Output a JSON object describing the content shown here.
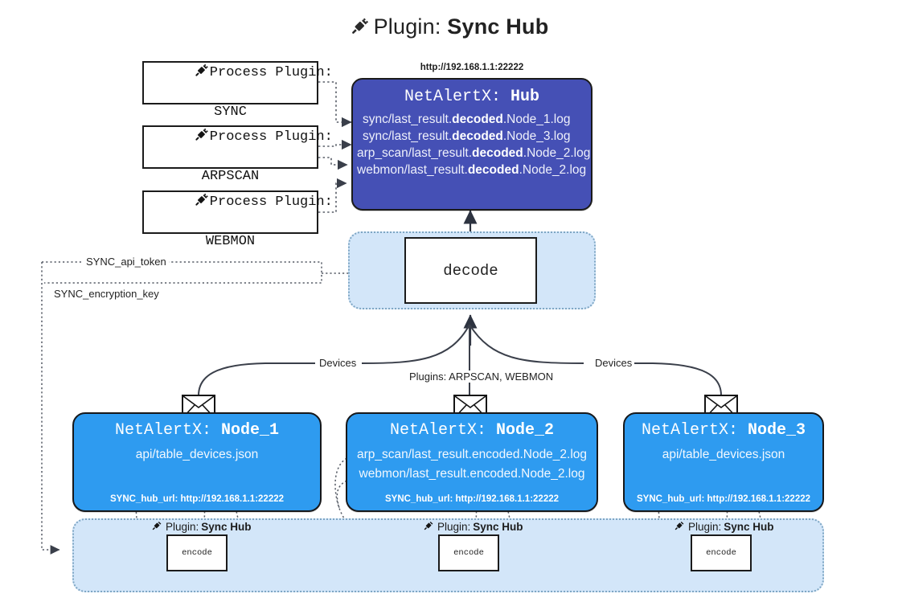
{
  "header": {
    "icon": "plug-icon",
    "prefix": "Plugin:",
    "name": "Sync Hub"
  },
  "process_plugins": [
    {
      "icon": "plug-icon",
      "label": "Process Plugin:",
      "name": "SYNC"
    },
    {
      "icon": "plug-icon",
      "label": "Process Plugin:",
      "name": "ARPSCAN"
    },
    {
      "icon": "plug-icon",
      "label": "Process Plugin:",
      "name": "WEBMON"
    }
  ],
  "hub": {
    "url": "http://192.168.1.1:22222",
    "title_prefix": "NetAlertX: ",
    "title_name": "Hub",
    "rows": [
      {
        "pre": "sync/last_result.",
        "strong": "decoded",
        "post": ".Node_1.log"
      },
      {
        "pre": "sync/last_result.",
        "strong": "decoded",
        "post": ".Node_3.log"
      },
      {
        "pre": "arp_scan/last_result.",
        "strong": "decoded",
        "post": ".Node_2.log"
      },
      {
        "pre": "webmon/last_result.",
        "strong": "decoded",
        "post": ".Node_2.log"
      }
    ],
    "fill_color": "#4550b5"
  },
  "decode": {
    "label": "decode"
  },
  "secrets": [
    {
      "label": "SYNC_api_token"
    },
    {
      "label": "SYNC_encryption_key"
    }
  ],
  "edge_labels": {
    "devices_left": "Devices",
    "devices_right": "Devices",
    "plugins_mid": "Plugins: ARPSCAN, WEBMON"
  },
  "nodes": [
    {
      "title_prefix": "NetAlertX: ",
      "title_name": "Node_1",
      "lines": [
        "api/table_devices.json"
      ],
      "footer": "SYNC_hub_url: http://192.168.1.1:22222",
      "envelope_icon": "envelope-icon"
    },
    {
      "title_prefix": "NetAlertX: ",
      "title_name": "Node_2",
      "lines": [
        "arp_scan/last_result.encoded.Node_2.log",
        "webmon/last_result.encoded.Node_2.log"
      ],
      "footer": "SYNC_hub_url: http://192.168.1.1:22222",
      "envelope_icon": "envelope-icon"
    },
    {
      "title_prefix": "NetAlertX: ",
      "title_name": "Node_3",
      "lines": [
        "api/table_devices.json"
      ],
      "footer": "SYNC_hub_url: http://192.168.1.1:22222",
      "envelope_icon": "envelope-icon"
    }
  ],
  "encoders": [
    {
      "plugin_prefix": "Plugin:",
      "plugin_name": "Sync Hub",
      "label": "encode",
      "icon": "plug-icon"
    },
    {
      "plugin_prefix": "Plugin:",
      "plugin_name": "Sync Hub",
      "label": "encode",
      "icon": "plug-icon"
    },
    {
      "plugin_prefix": "Plugin:",
      "plugin_name": "Sync Hub",
      "label": "encode",
      "icon": "plug-icon"
    }
  ],
  "colors": {
    "hub": "#4550b5",
    "node": "#2e9bf0",
    "region": "#d3e6f9",
    "stroke": "#1b1b1b"
  }
}
